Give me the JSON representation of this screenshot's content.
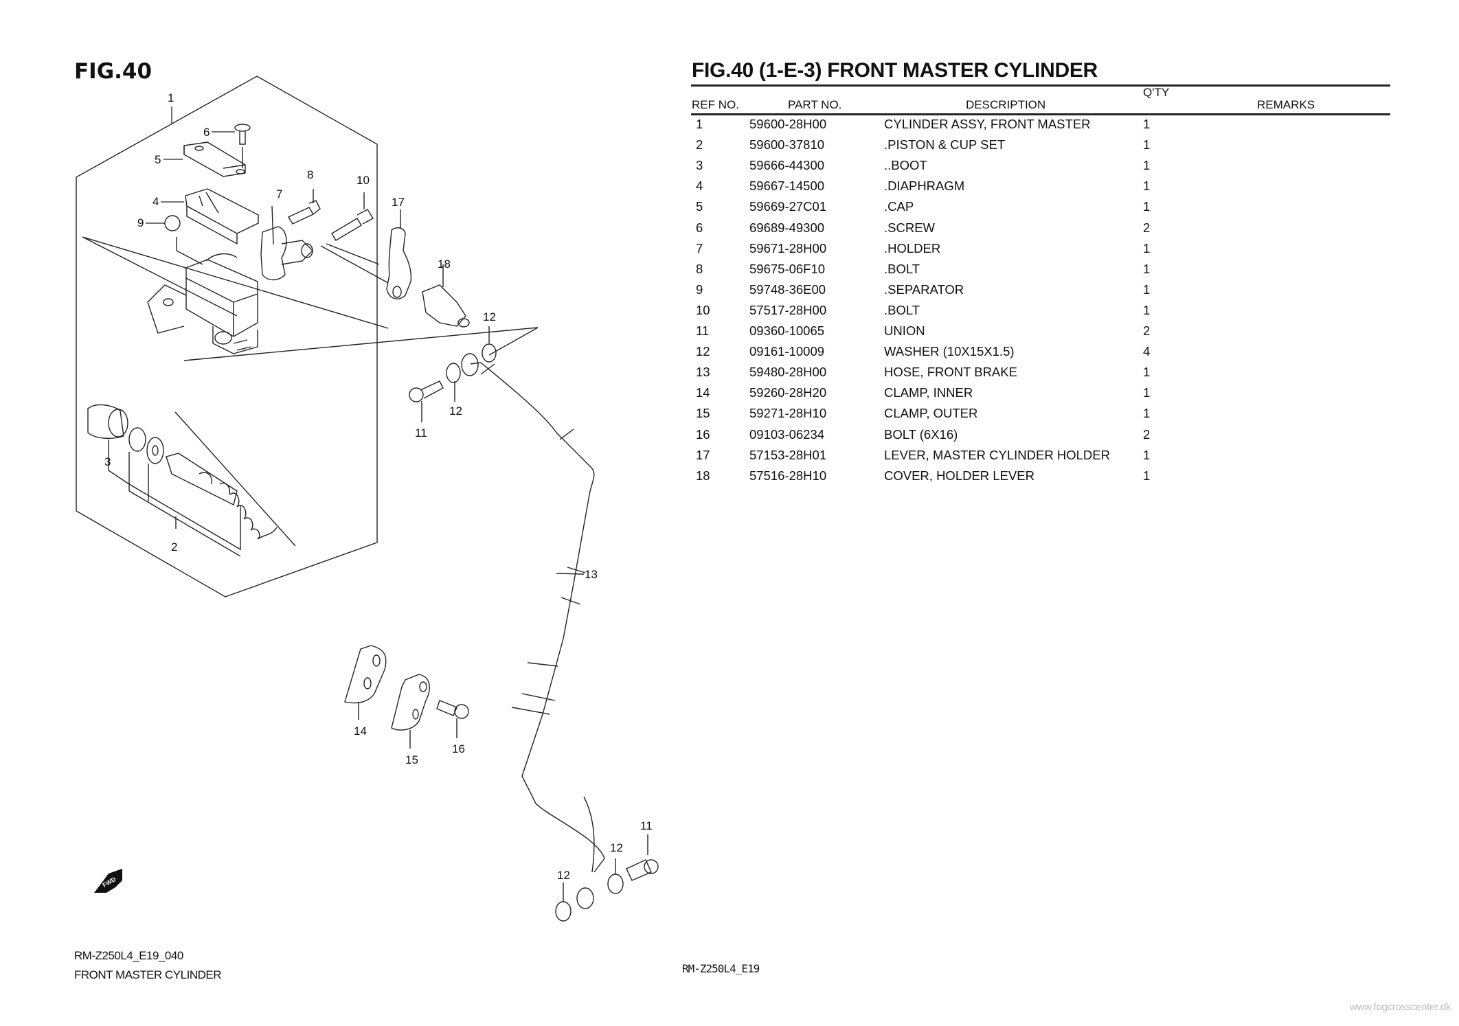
{
  "figure": {
    "label": "FIG.40",
    "title": "FIG.40 (1-E-3) FRONT MASTER CYLINDER"
  },
  "table": {
    "headers": {
      "ref_no": "REF NO.",
      "part_no": "PART NO.",
      "description": "DESCRIPTION",
      "qty": "Q'TY",
      "remarks": "REMARKS"
    },
    "rows": [
      {
        "ref": "1",
        "part": "59600-28H00",
        "desc": "CYLINDER ASSY, FRONT MASTER",
        "qty": "1",
        "remarks": ""
      },
      {
        "ref": "2",
        "part": "59600-37810",
        "desc": ".PISTON & CUP SET",
        "qty": "1",
        "remarks": ""
      },
      {
        "ref": "3",
        "part": "59666-44300",
        "desc": "..BOOT",
        "qty": "1",
        "remarks": ""
      },
      {
        "ref": "4",
        "part": "59667-14500",
        "desc": ".DIAPHRAGM",
        "qty": "1",
        "remarks": ""
      },
      {
        "ref": "5",
        "part": "59669-27C01",
        "desc": ".CAP",
        "qty": "1",
        "remarks": ""
      },
      {
        "ref": "6",
        "part": "69689-49300",
        "desc": ".SCREW",
        "qty": "2",
        "remarks": ""
      },
      {
        "ref": "7",
        "part": "59671-28H00",
        "desc": ".HOLDER",
        "qty": "1",
        "remarks": ""
      },
      {
        "ref": "8",
        "part": "59675-06F10",
        "desc": ".BOLT",
        "qty": "1",
        "remarks": ""
      },
      {
        "ref": "9",
        "part": "59748-36E00",
        "desc": ".SEPARATOR",
        "qty": "1",
        "remarks": ""
      },
      {
        "ref": "10",
        "part": "57517-28H00",
        "desc": ".BOLT",
        "qty": "1",
        "remarks": ""
      },
      {
        "ref": "11",
        "part": "09360-10065",
        "desc": "UNION",
        "qty": "2",
        "remarks": ""
      },
      {
        "ref": "12",
        "part": "09161-10009",
        "desc": "WASHER (10X15X1.5)",
        "qty": "4",
        "remarks": ""
      },
      {
        "ref": "13",
        "part": "59480-28H00",
        "desc": "HOSE, FRONT BRAKE",
        "qty": "1",
        "remarks": ""
      },
      {
        "ref": "14",
        "part": "59260-28H20",
        "desc": "CLAMP, INNER",
        "qty": "1",
        "remarks": ""
      },
      {
        "ref": "15",
        "part": "59271-28H10",
        "desc": "CLAMP, OUTER",
        "qty": "1",
        "remarks": ""
      },
      {
        "ref": "16",
        "part": "09103-06234",
        "desc": "BOLT (6X16)",
        "qty": "2",
        "remarks": ""
      },
      {
        "ref": "17",
        "part": "57153-28H01",
        "desc": "LEVER, MASTER CYLINDER HOLDER",
        "qty": "1",
        "remarks": ""
      },
      {
        "ref": "18",
        "part": "57516-28H10",
        "desc": "COVER, HOLDER LEVER",
        "qty": "1",
        "remarks": ""
      }
    ]
  },
  "diagram": {
    "callouts": [
      "1",
      "2",
      "3",
      "4",
      "5",
      "6",
      "7",
      "8",
      "9",
      "10",
      "11",
      "12",
      "13",
      "14",
      "15",
      "16",
      "17",
      "18"
    ],
    "callout_12_count": 4,
    "callout_11_count": 2,
    "direction_icon": "fwd-arrow-icon",
    "direction_text": "FWD"
  },
  "footer": {
    "code": "RM-Z250L4_E19_040",
    "name": "FRONT MASTER CYLINDER",
    "model": "RM-Z250L4_E19"
  },
  "watermark": "www.fogcrosscenter.dk"
}
